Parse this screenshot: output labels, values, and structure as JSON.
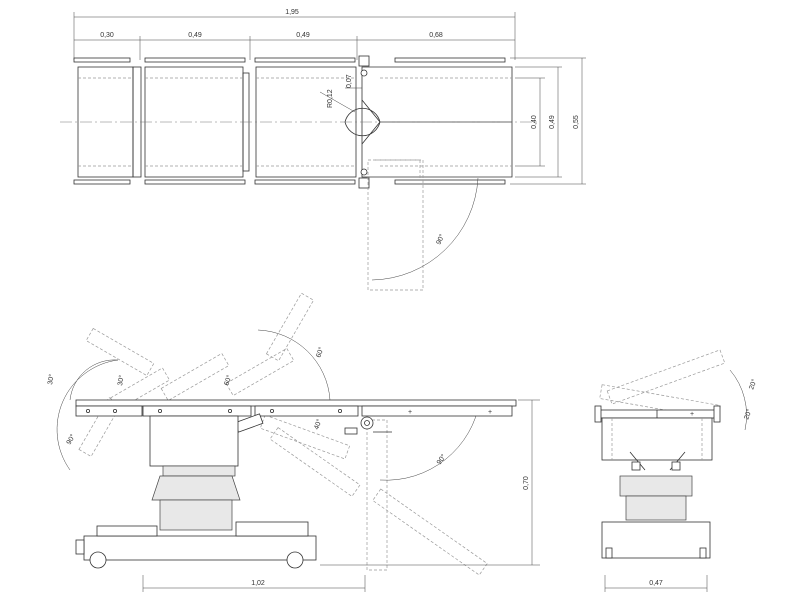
{
  "top_view": {
    "total_length": "1,95",
    "segments": [
      "0,30",
      "0,49",
      "0,49",
      "0,68"
    ],
    "radius": "R0,12",
    "notch": "0,07",
    "width_inner": "0,40",
    "width_mid": "0,49",
    "width_outer": "0,55",
    "angle": "90°"
  },
  "side_view": {
    "angles": [
      "30°",
      "30°",
      "90°",
      "60°",
      "60°",
      "40°",
      "90°"
    ],
    "height": "0,70",
    "base_length": "1,02"
  },
  "end_view": {
    "tilt_top": "20°",
    "tilt_bottom": "20°",
    "base_width": "0,47"
  }
}
